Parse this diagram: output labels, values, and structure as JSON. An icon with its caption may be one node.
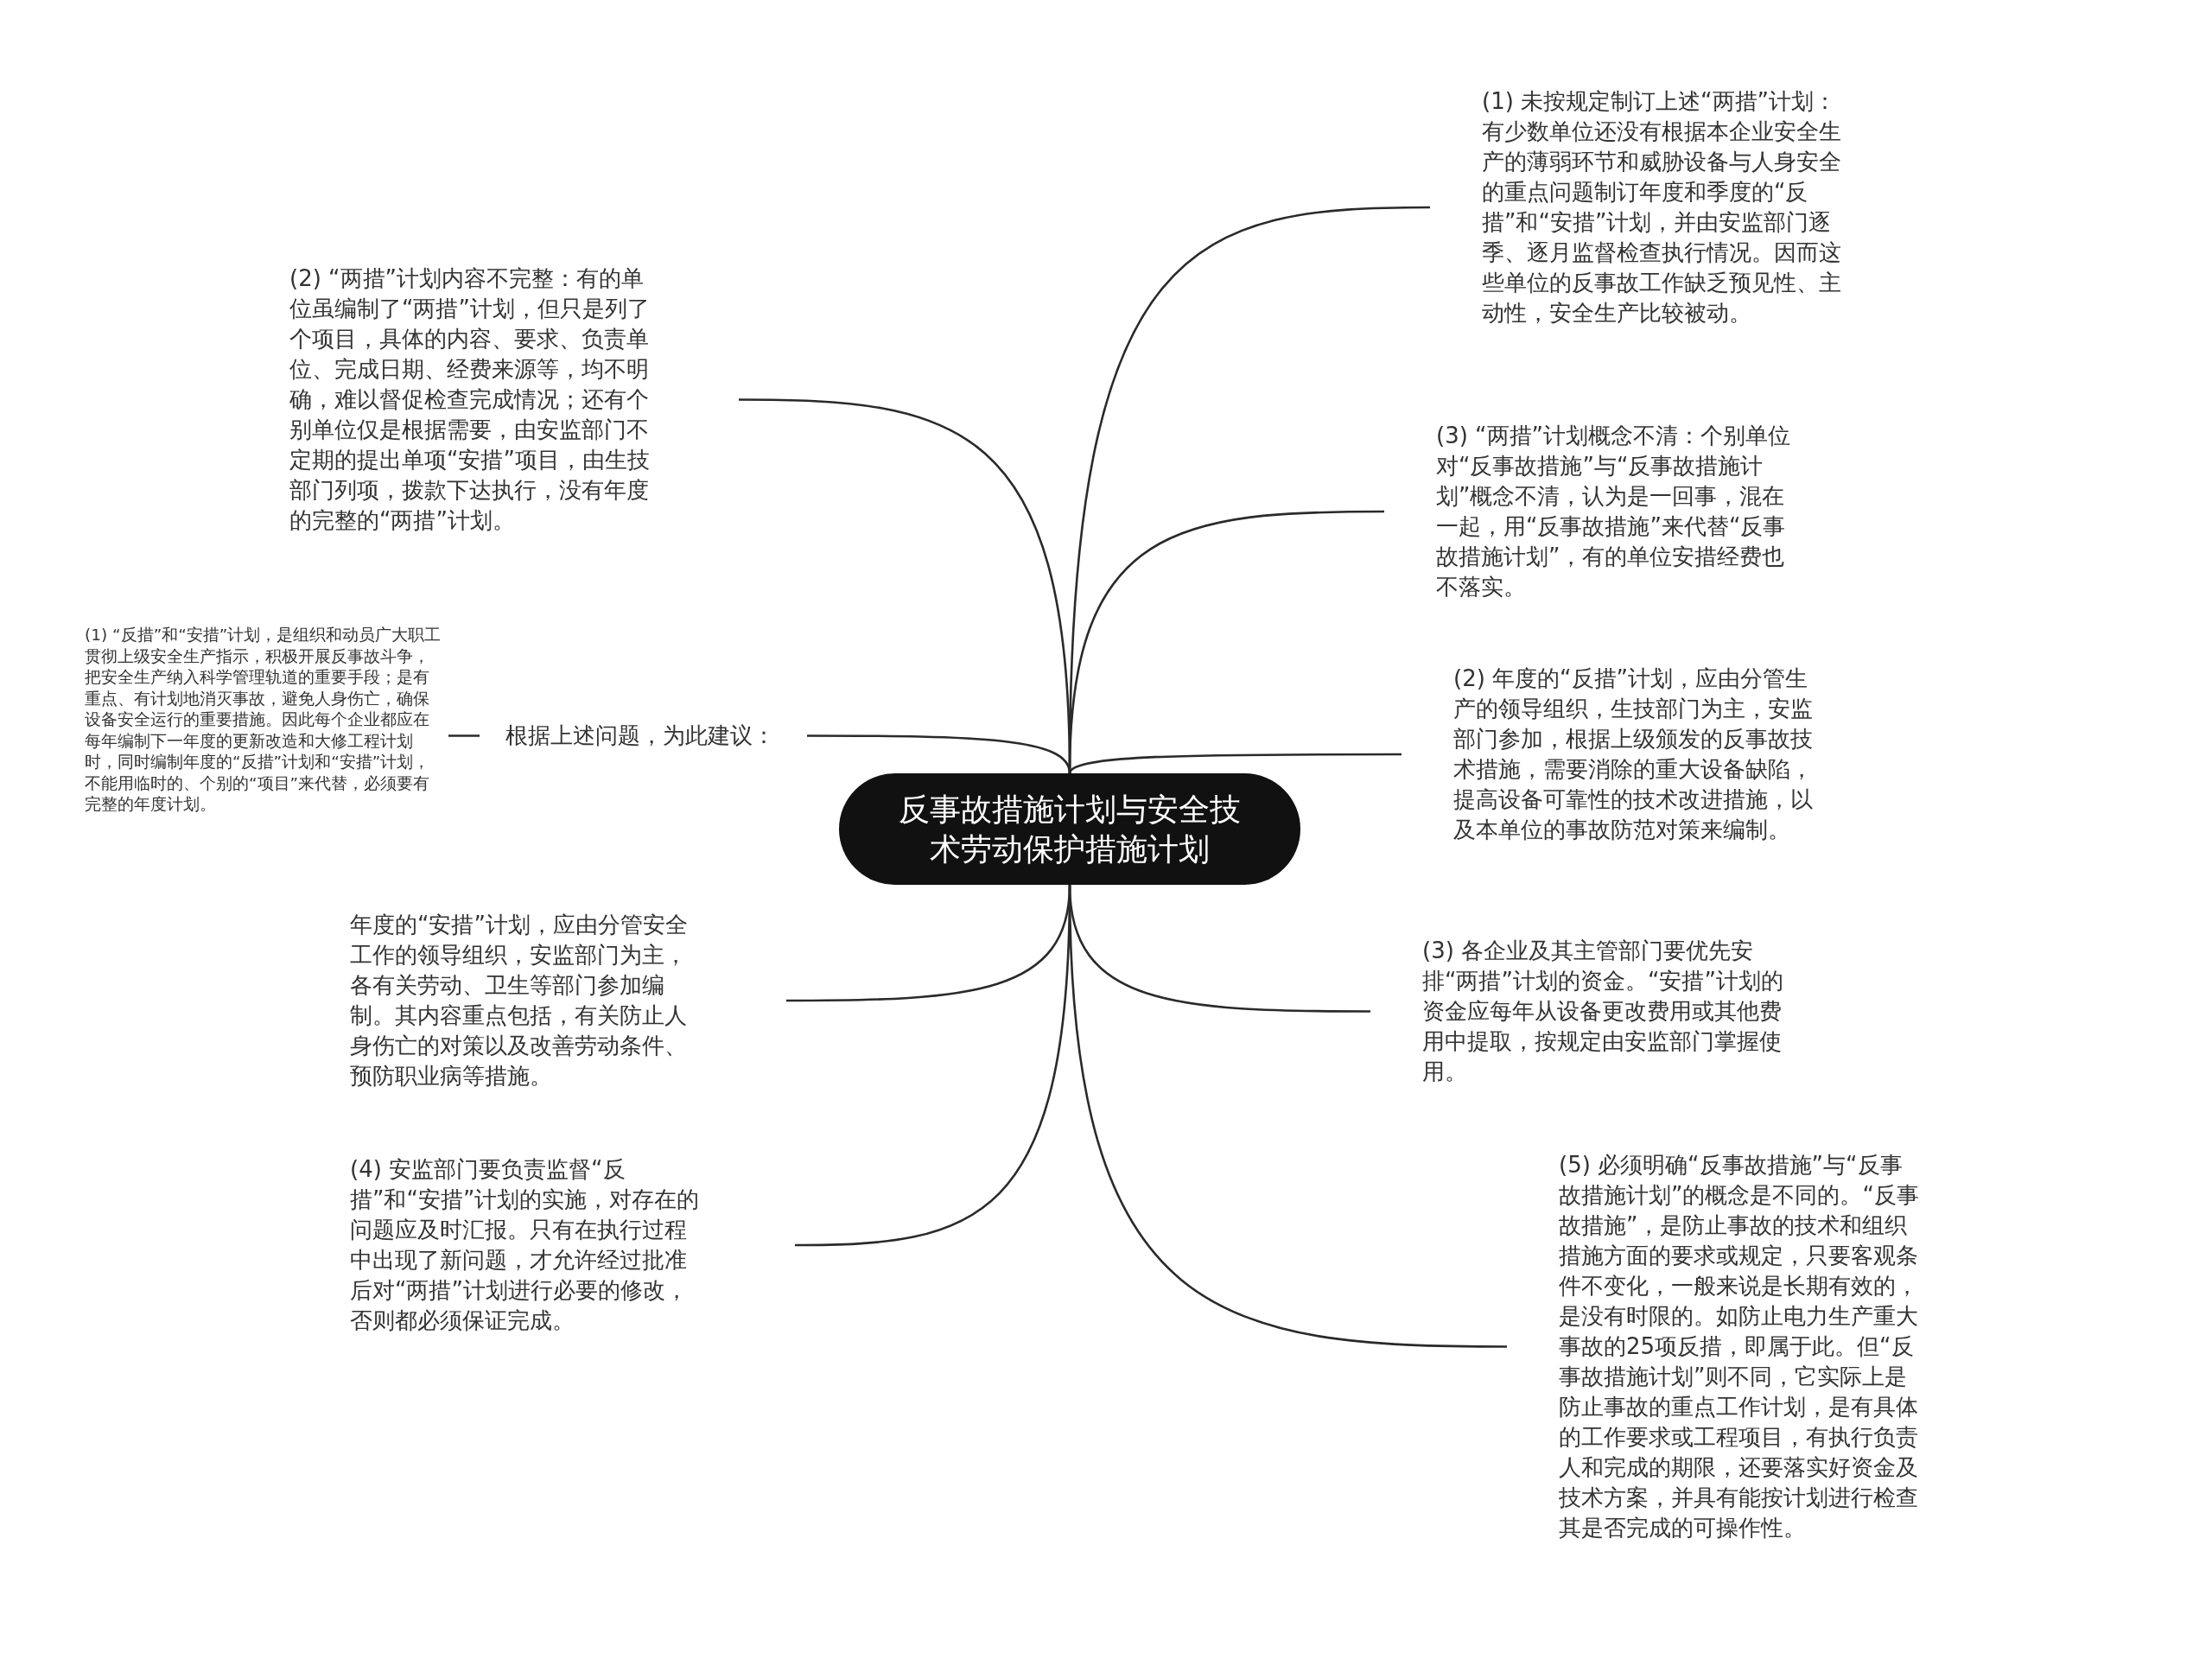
{
  "diagram": {
    "nodes": [
      {
        "text": [
          "反事故措施计划与安全技术劳动保护措施计划"
        ]
      },
      {
        "text": [
          "(1) 未按规定制订上述“两措”计划：有少数单位还没有根据本企业安全生产的薄弱环节和威胁设备与人身安全的重点问题制订年度和季度的“反措”和“安措”计划，并由安监部门逐季、逐月监督检查执行情况。因而这些单位的反事故工作缺乏预见性、主动性，安全生产比较被动。"
        ]
      },
      {
        "text": [
          "(3) “两措”计划概念不清：个别单位对“反事故措施”与“反事故措施计划”概念不清，认为是一回事，混在一起，用“反事故措施”来代替“反事故措施计划”，有的单位安措经费也不落实。"
        ]
      },
      {
        "text": [
          "(2) 年度的“反措”计划，应由分管生产的领导组织，生技部门为主，安监部门参加，根据上级颁发的反事故技术措施，需要消除的重大设备缺陷，提高设备可靠性的技术改进措施，以及本单位的事故防范对策来编制。"
        ]
      },
      {
        "text": [
          "(3) 各企业及其主管部门要优先安排“两措”计划的资金。“安措”计划的资金应每年从设备更改费用或其他费用中提取，按规定由安监部门掌握使用。"
        ]
      },
      {
        "text": [
          "(5) 必须明确“反事故措施”与“反事故措施计划”的概念是不同的。“反事故措施”，是防止事故的技术和组织措施方面的要求或规定，只要客观条件不变化，一般来说是长期有效的，是没有时限的。如防止电力生产重大事故的25项反措，即属于此。但“反事故措施计划”则不同，它实际上是防止事故的重点工作计划，是有具体的工作要求或工程项目，有执行负责人和完成的期限，还要落实好资金及技术方案，并具有能按计划进行检查其是否完成的可操作性。"
        ]
      },
      {
        "text": [
          "(2) “两措”计划内容不完整：有的单位虽编制了“两措”计划，但只是列了个项目，具体的内容、要求、负责单位、完成日期、经费来源等，均不明确，难以督促检查完成情况；还有个别单位仅是根据需要，由安监部门不定期的提出单项“安措”项目，由生技部门列项，拨款下达执行，没有年度的完整的“两措”计划。"
        ]
      },
      {
        "text": [
          "根据上述问题，为此建议："
        ]
      },
      {
        "text": [
          "(1) “反措”和“安措”计划，是组织和动员广大职工贯彻上级安全生产指示，积极开展反事故斗争，把安全生产纳入科学管理轨道的重要手段；是有重点、有计划地消灭事故，避免人身伤亡，确保设备安全运行的重要措施。因此每个企业都应在每年编制下一年度的更新改造和大修工程计划时，同时编制年度的“反措”计划和“安措”计划，不能用临时的、个别的“项目”来代替，必须要有完整的年度计划。"
        ]
      },
      {
        "text": [
          "年度的“安措”计划，应由分管安全工作的领导组织，安监部门为主，各有关劳动、卫生等部门参加编制。其内容重点包括，有关防止人身伤亡的对策以及改善劳动条件、预防职业病等措施。"
        ]
      },
      {
        "text": [
          "(4) 安监部门要负责监督“反措”和“安措”计划的实施，对存在的问题应及时汇报。只有在执行过程中出现了新问题，才允许经过批准后对“两措”计划进行必要的修改，否则都必须保证完成。"
        ]
      }
    ],
    "edges": [
      {
        "from": 0,
        "to": 1,
        "arrow": "none"
      },
      {
        "from": 0,
        "to": 2,
        "arrow": "none"
      },
      {
        "from": 0,
        "to": 3,
        "arrow": "none"
      },
      {
        "from": 0,
        "to": 4,
        "arrow": "none"
      },
      {
        "from": 0,
        "to": 5,
        "arrow": "none"
      },
      {
        "from": 0,
        "to": 6,
        "arrow": "none"
      },
      {
        "from": 0,
        "to": 7,
        "arrow": "none"
      },
      {
        "from": 7,
        "to": 8,
        "arrow": "none"
      },
      {
        "from": 0,
        "to": 9,
        "arrow": "none"
      },
      {
        "from": 0,
        "to": 10,
        "arrow": "none"
      }
    ]
  }
}
